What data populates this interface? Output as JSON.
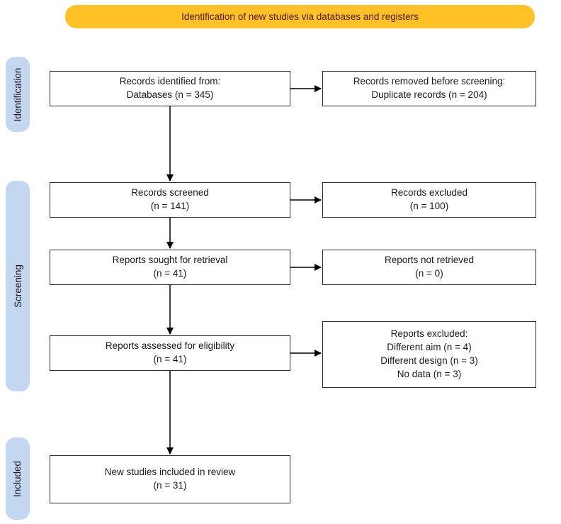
{
  "title_banner": {
    "label": "Identification of new studies via databases and registers"
  },
  "stage_labels": {
    "identification": "Identification",
    "screening": "Screening",
    "included": "Included"
  },
  "flow_boxes": {
    "records_identified": "Records identified from:\nDatabases (n = 345)",
    "records_removed": "Records removed before screening:\nDuplicate records (n = 204)",
    "records_screened": "Records screened\n(n = 141)",
    "records_excluded": "Records excluded\n(n = 100)",
    "reports_sought": "Reports sought for retrieval\n(n = 41)",
    "reports_not_retrieved": "Reports not retrieved\n(n = 0)",
    "reports_assessed": "Reports assessed for eligibility\n(n = 41)",
    "reports_excluded": "Reports excluded:\nDifferent aim (n = 4)\nDifferent design (n = 3)\nNo data (n = 3)",
    "new_studies_included": "New studies included in review\n(n = 31)"
  },
  "counts": {
    "databases": 345,
    "duplicates_removed": 204,
    "records_screened": 141,
    "records_excluded": 100,
    "reports_sought": 41,
    "reports_not_retrieved": 0,
    "reports_assessed": 41,
    "excluded_different_aim": 4,
    "excluded_different_design": 3,
    "excluded_no_data": 3,
    "new_studies_included": 31
  },
  "colors": {
    "banner-bg": "#FFC125",
    "banner-text": "#4E1C06",
    "stage-bg": "#C3D7F0",
    "stage-text": "#1A1A1A",
    "box-border": "#2B2B2B",
    "box-text": "#1A1A1A",
    "arrow": "#000000"
  }
}
